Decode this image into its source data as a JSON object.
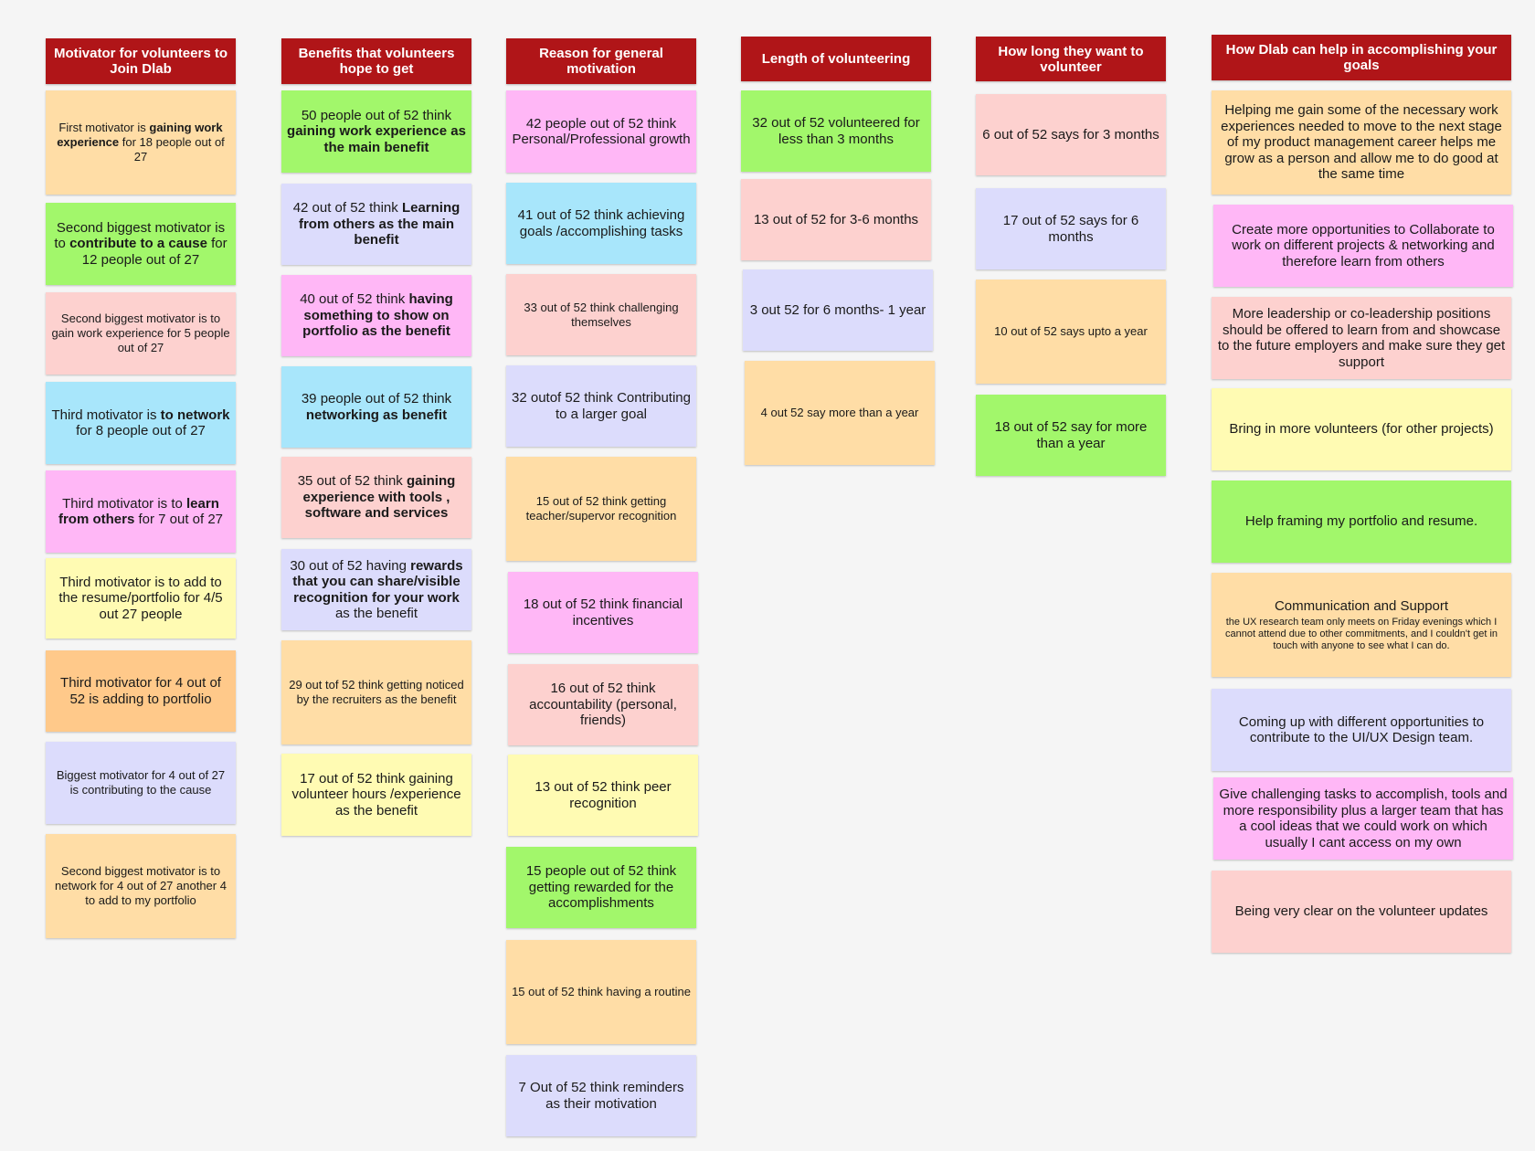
{
  "columns": [
    {
      "header": "Motivator  for volunteers to  Join Dlab",
      "notes": [
        {
          "color": "orange",
          "size": "sm",
          "parts": [
            {
              "t": "First motivator is "
            },
            {
              "t": "gaining work experience",
              "b": true
            },
            {
              "t": " for 18 people out of 27"
            }
          ]
        },
        {
          "color": "green",
          "parts": [
            {
              "t": "Second biggest motivator is to "
            },
            {
              "t": "contribute to a cause",
              "b": true
            },
            {
              "t": " for 12 people out of 27"
            }
          ]
        },
        {
          "color": "pink",
          "size": "sm",
          "parts": [
            {
              "t": "Second biggest motivator is to gain work experience for 5 people out of 27"
            }
          ]
        },
        {
          "color": "blue",
          "parts": [
            {
              "t": "Third motivator is "
            },
            {
              "t": "to network",
              "b": true
            },
            {
              "t": " for 8 people out of 27"
            }
          ]
        },
        {
          "color": "magenta",
          "parts": [
            {
              "t": "Third motivator is to "
            },
            {
              "t": "learn from others",
              "b": true
            },
            {
              "t": " for 7 out of 27"
            }
          ]
        },
        {
          "color": "yellow",
          "parts": [
            {
              "t": "Third motivator is to add to the resume/portfolio for 4/5 out 27 people"
            }
          ]
        },
        {
          "color": "deep",
          "parts": [
            {
              "t": "Third motivator for 4 out of 52 is  adding to portfolio"
            }
          ]
        },
        {
          "color": "lav",
          "size": "sm",
          "parts": [
            {
              "t": "Biggest motivator for 4 out of 27  is contributing to the cause"
            }
          ]
        },
        {
          "color": "orange",
          "size": "sm",
          "parts": [
            {
              "t": "Second biggest motivator is to network for 4 out of 27 another 4 to add to my portfolio"
            }
          ]
        }
      ]
    },
    {
      "header": "Benefits that volunteers hope to get",
      "notes": [
        {
          "color": "green",
          "parts": [
            {
              "t": "50 people out of 52 think "
            },
            {
              "t": "gaining work experience as the main benefit",
              "b": true
            }
          ]
        },
        {
          "color": "lav",
          "parts": [
            {
              "t": "42 out of 52 think "
            },
            {
              "t": "Learning from others as the main benefit",
              "b": true
            }
          ]
        },
        {
          "color": "magenta",
          "parts": [
            {
              "t": "40 out of 52 think "
            },
            {
              "t": "having something to show on portfolio as the benefit",
              "b": true
            }
          ]
        },
        {
          "color": "blue",
          "parts": [
            {
              "t": "39 people out of 52 think "
            },
            {
              "t": "networking as benefit",
              "b": true
            }
          ]
        },
        {
          "color": "pink",
          "parts": [
            {
              "t": "35 out of 52 think "
            },
            {
              "t": "gaining experience with tools , software and services",
              "b": true
            }
          ]
        },
        {
          "color": "lav",
          "parts": [
            {
              "t": "30 out of 52  having "
            },
            {
              "t": "rewards that you can share/visible recognition for your work",
              "b": true
            },
            {
              "t": " as the benefit"
            }
          ]
        },
        {
          "color": "orange",
          "size": "sm",
          "parts": [
            {
              "t": "29 out tof 52 think getting noticed by the recruiters as the benefit"
            }
          ]
        },
        {
          "color": "yellow",
          "parts": [
            {
              "t": "17 out of 52 think gaining volunteer hours /experience as the benefit"
            }
          ]
        }
      ]
    },
    {
      "header": "Reason for general motivation",
      "notes": [
        {
          "color": "magenta",
          "parts": [
            {
              "t": "42 people out of 52 think Personal/Professional growth"
            }
          ]
        },
        {
          "color": "blue",
          "parts": [
            {
              "t": "41 out of 52 think achieving goals /accomplishing tasks"
            }
          ]
        },
        {
          "color": "pink",
          "size": "sm",
          "parts": [
            {
              "t": "33 out of 52 think challenging themselves"
            }
          ]
        },
        {
          "color": "lav",
          "parts": [
            {
              "t": "32 outof 52  think Contributing to a larger goal"
            }
          ]
        },
        {
          "color": "orange",
          "size": "sm",
          "parts": [
            {
              "t": "15 out of 52 think getting teacher/supervor recognition"
            }
          ]
        },
        {
          "color": "magenta",
          "parts": [
            {
              "t": "18 out of 52 think financial incentives"
            }
          ]
        },
        {
          "color": "pink",
          "parts": [
            {
              "t": "16 out of 52  think accountability (personal, friends)"
            }
          ]
        },
        {
          "color": "yellow",
          "parts": [
            {
              "t": "13 out of 52 think peer recognition"
            }
          ]
        },
        {
          "color": "green",
          "parts": [
            {
              "t": "15 people out of 52 think getting rewarded for the accomplishments"
            }
          ]
        },
        {
          "color": "orange",
          "size": "sm",
          "parts": [
            {
              "t": "15 out of 52  think having a routine"
            }
          ]
        },
        {
          "color": "lav",
          "parts": [
            {
              "t": "7 Out of 52 think reminders as their motivation"
            }
          ]
        }
      ]
    },
    {
      "header": "Length of volunteering",
      "notes": [
        {
          "color": "green",
          "parts": [
            {
              "t": "32 out of 52 volunteered for less than 3 months"
            }
          ]
        },
        {
          "color": "pink",
          "parts": [
            {
              "t": "13 out of 52  for 3-6 months"
            }
          ]
        },
        {
          "color": "lav",
          "parts": [
            {
              "t": "3 out 52 for 6 months- 1 year"
            }
          ]
        },
        {
          "color": "orange",
          "size": "sm",
          "parts": [
            {
              "t": "4 out 52 say more than a year"
            }
          ]
        }
      ]
    },
    {
      "header": "How long they want to volunteer",
      "notes": [
        {
          "color": "pink",
          "parts": [
            {
              "t": "6 out of 52 says for 3 months"
            }
          ]
        },
        {
          "color": "lav",
          "parts": [
            {
              "t": "17 out of 52  says for 6 months"
            }
          ]
        },
        {
          "color": "orange",
          "size": "sm",
          "parts": [
            {
              "t": "10 out of 52 says upto a year"
            }
          ]
        },
        {
          "color": "green",
          "parts": [
            {
              "t": "18 out of 52 say for more than a year"
            }
          ]
        }
      ]
    },
    {
      "header": "How Dlab can help in accomplishing your goals",
      "notes": [
        {
          "color": "orange",
          "parts": [
            {
              "t": "Helping me gain some of the necessary work experiences needed to move to the next stage of my product management career helps me grow as a person and allow me to do good at the same time"
            }
          ]
        },
        {
          "color": "magenta",
          "parts": [
            {
              "t": "Create more opportunities to Collaborate to work on different projects & networking and therefore learn from others"
            }
          ]
        },
        {
          "color": "pink",
          "parts": [
            {
              "t": "More leadership or co-leadership positions should be offered to learn from and showcase to the future employers and make sure they get support"
            }
          ]
        },
        {
          "color": "yellow",
          "parts": [
            {
              "t": "Bring in more volunteers (for other projects)"
            }
          ]
        },
        {
          "color": "green",
          "parts": [
            {
              "t": "Help framing my portfolio and resume."
            }
          ]
        },
        {
          "color": "orange",
          "title": "Communication and Support",
          "sub": "the UX research team only meets on Friday evenings which I cannot attend due to other commitments, and I couldn't get in touch with anyone to see what I can do."
        },
        {
          "color": "lav",
          "parts": [
            {
              "t": "Coming up with different opportunities to contribute to the UI/UX Design team."
            }
          ]
        },
        {
          "color": "magenta",
          "parts": [
            {
              "t": "Give challenging tasks to accomplish, tools and more responsibility plus a larger team that has a cool ideas that we could work on which usually I cant access on my own"
            }
          ]
        },
        {
          "color": "pink",
          "parts": [
            {
              "t": "Being very clear on the volunteer updates"
            }
          ]
        }
      ]
    }
  ]
}
